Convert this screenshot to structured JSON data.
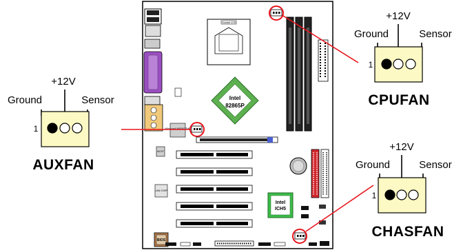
{
  "colors": {
    "connector_fill": "#fdf9c4",
    "callout_red": "#e8141c",
    "parallel_port": "#9a4fc0",
    "ide_connector": "#d2282e",
    "ich5_green": "#3dbd4a",
    "chip_green": "#5db04f",
    "audio_jack": "#f0c97a",
    "board_outline": "#000000"
  },
  "board": {
    "northbridge": {
      "line1": "Intel",
      "line2": "82865P"
    },
    "southbridge": {
      "line1": "Intel",
      "line2": "ICH5"
    },
    "socket_label": "Socket 478",
    "bios_label": "BIOS",
    "lan_label": "LAN CHIP",
    "winbond_label": "Winbond W83627HF",
    "ac97_label": "AC97"
  },
  "connectors": {
    "auxfan": {
      "title": "AUXFAN",
      "pin_number": "1",
      "ground": "Ground",
      "v12": "+12V",
      "sensor": "Sensor"
    },
    "cpufan": {
      "title": "CPUFAN",
      "pin_number": "1",
      "ground": "Ground",
      "v12": "+12V",
      "sensor": "Sensor"
    },
    "chasfan": {
      "title": "CHASFAN",
      "pin_number": "1",
      "ground": "Ground",
      "v12": "+12V",
      "sensor": "Sensor"
    }
  }
}
